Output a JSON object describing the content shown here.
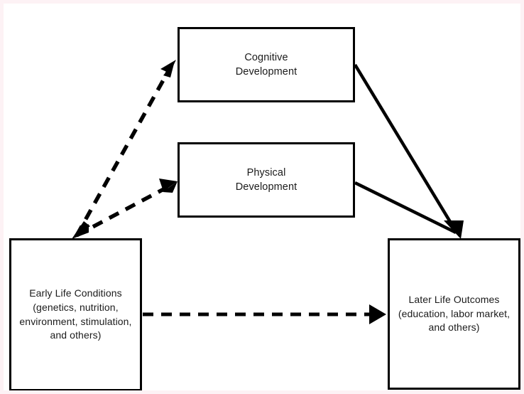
{
  "figure": {
    "type": "conceptual-pathway-diagram",
    "background_color": "#ffffff",
    "frame_color": "#fdf2f5",
    "stroke_color": "#000000"
  },
  "nodes": [
    {
      "id": "cognitive",
      "label": "Cognitive\nDevelopment",
      "position": "top-center"
    },
    {
      "id": "physical",
      "label": "Physical\nDevelopment",
      "position": "middle-center"
    },
    {
      "id": "early_life",
      "label": "Early Life Conditions\n(genetics, nutrition,\nenvironment, stimulation,\nand others)",
      "position": "bottom-left"
    },
    {
      "id": "later_life",
      "label": "Later Life Outcomes\n(education, labor market,\nand others)",
      "position": "bottom-right"
    }
  ],
  "edges": [
    {
      "id": "early-to-cognitive",
      "from": "early_life",
      "to": "cognitive",
      "style": "dashed",
      "arrowheads": "both"
    },
    {
      "id": "early-to-physical",
      "from": "early_life",
      "to": "physical",
      "style": "dashed",
      "arrowheads": "both"
    },
    {
      "id": "cognitive-to-later",
      "from": "cognitive",
      "to": "later_life",
      "style": "solid",
      "arrowheads": "end"
    },
    {
      "id": "physical-to-later",
      "from": "physical",
      "to": "later_life",
      "style": "solid",
      "arrowheads": "end"
    },
    {
      "id": "early-to-later",
      "from": "early_life",
      "to": "later_life",
      "style": "dashed",
      "arrowheads": "end"
    }
  ]
}
